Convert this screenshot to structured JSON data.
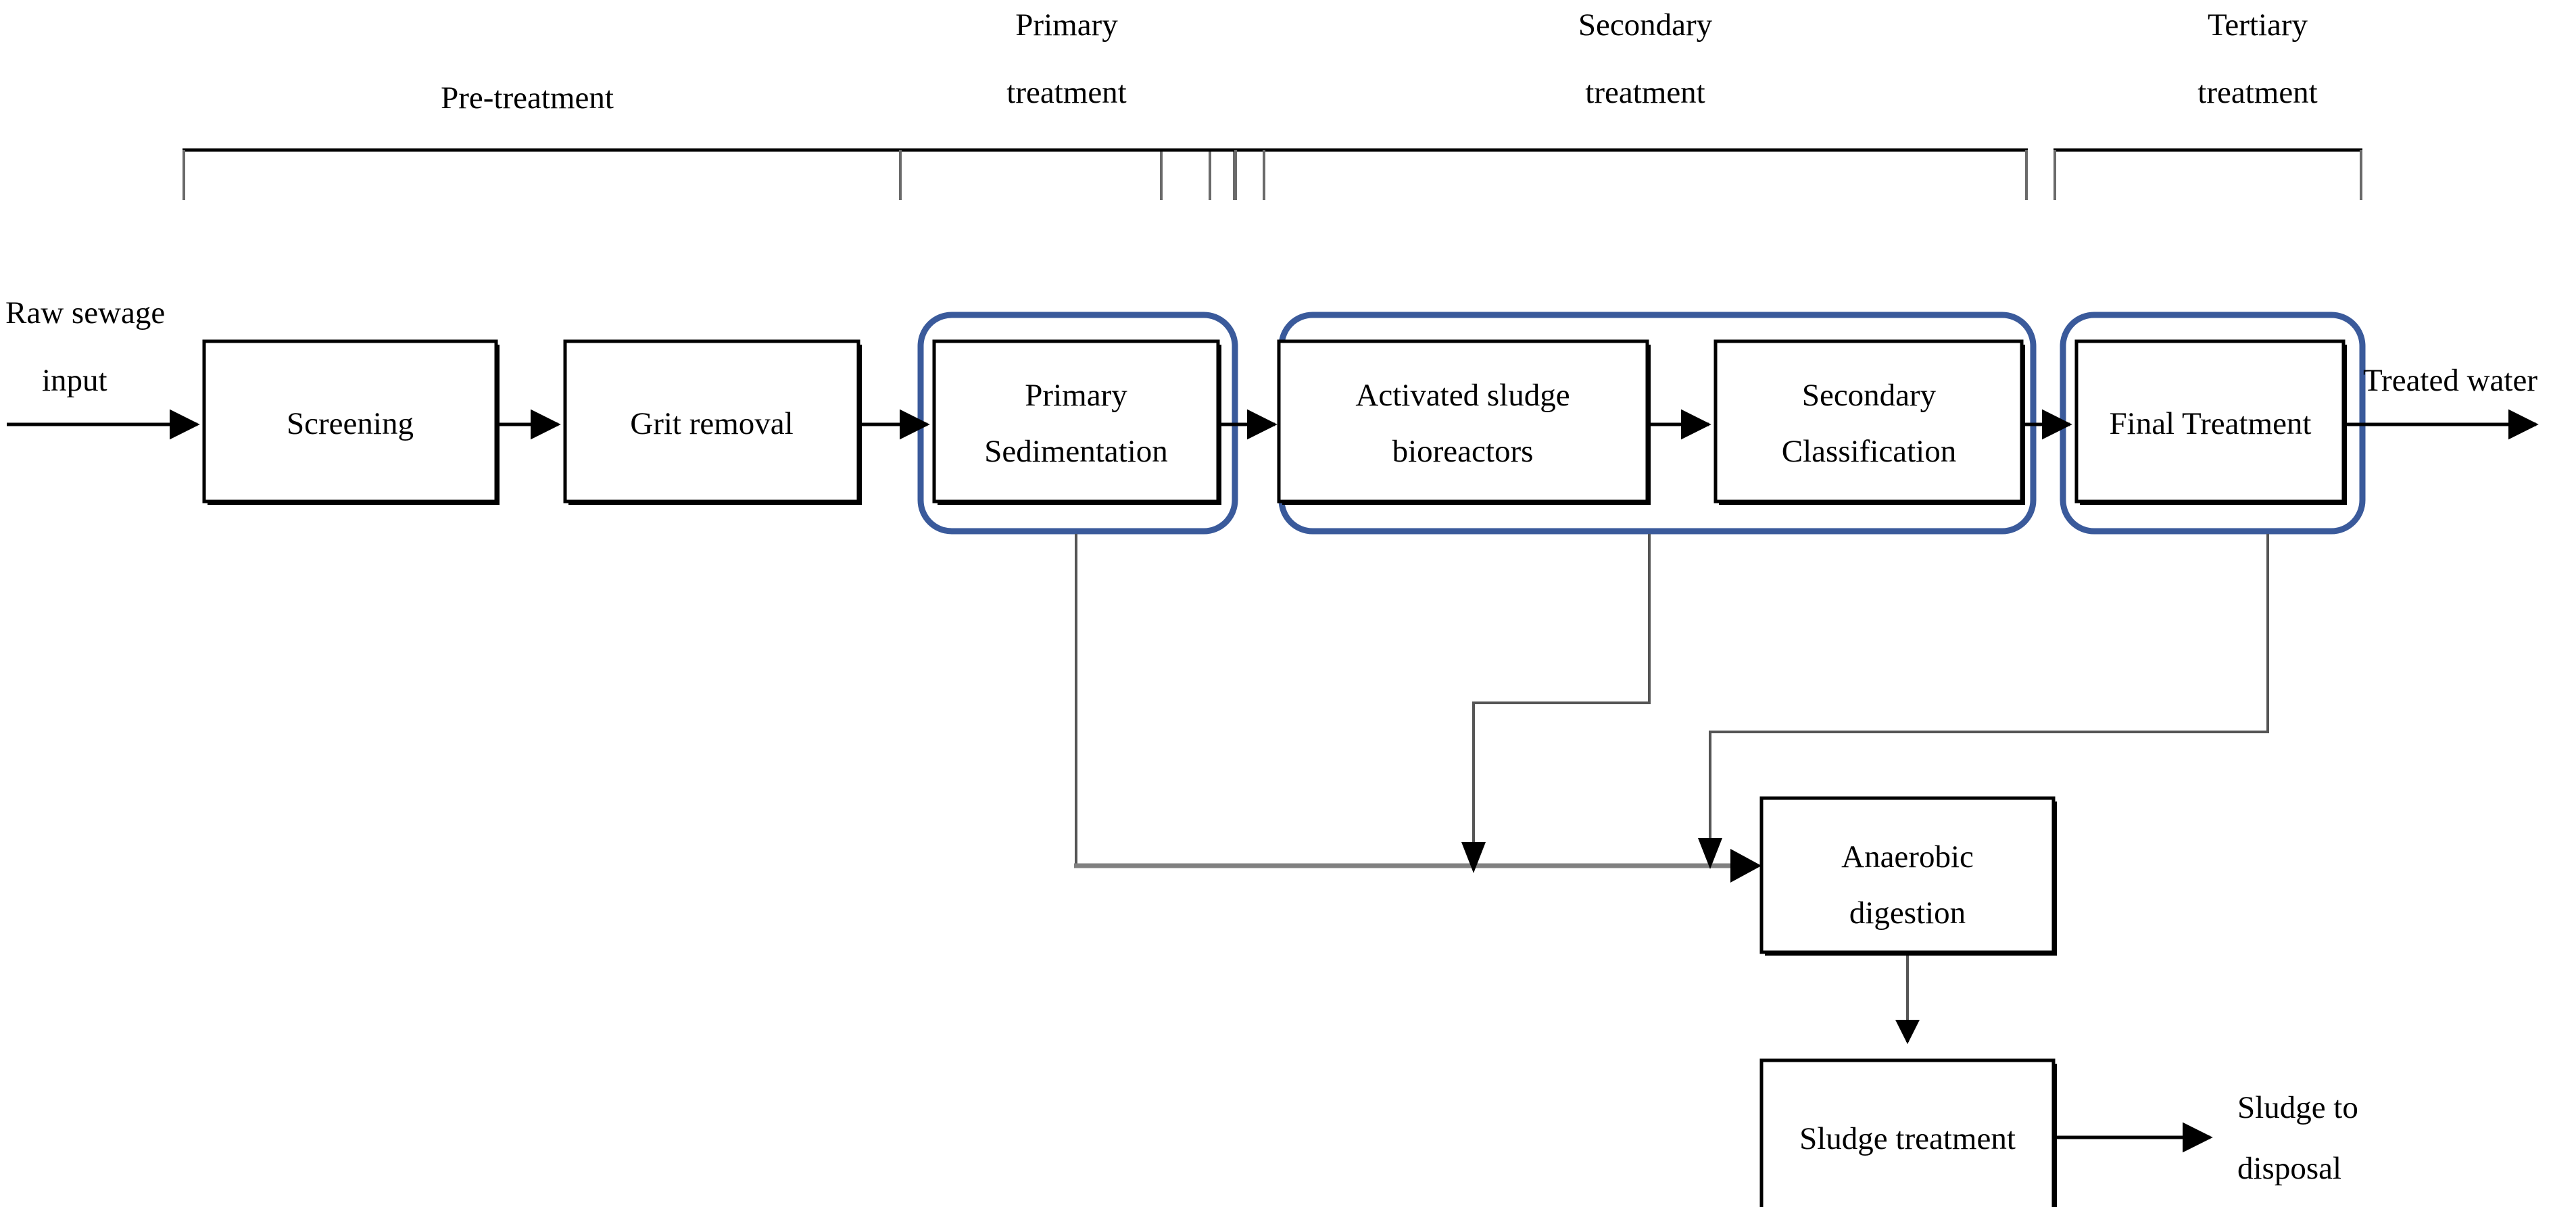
{
  "diagram": {
    "title": "Sewage treatment process flow diagram",
    "accent_color": "#3a5a9b",
    "line_color": "#000000",
    "background": "#ffffff"
  },
  "stage_groups": [
    {
      "id": "pre",
      "label_line1": "Pre-treatment",
      "label_line2": ""
    },
    {
      "id": "primary",
      "label_line1": "Primary",
      "label_line2": "treatment"
    },
    {
      "id": "secondary",
      "label_line1": "Secondary",
      "label_line2": "treatment"
    },
    {
      "id": "tertiary",
      "label_line1": "Tertiary",
      "label_line2": "treatment"
    }
  ],
  "process_boxes": [
    {
      "id": "screening",
      "line1": "Screening",
      "line2": ""
    },
    {
      "id": "grit-removal",
      "line1": "Grit removal",
      "line2": ""
    },
    {
      "id": "primary-sed",
      "line1": "Primary",
      "line2": "Sedimentation"
    },
    {
      "id": "bioreactors",
      "line1": "Activated sludge",
      "line2": "bioreactors"
    },
    {
      "id": "secondary-cl",
      "line1": "Secondary",
      "line2": "Classification"
    },
    {
      "id": "final-treat",
      "line1": "Final Treatment",
      "line2": ""
    },
    {
      "id": "anaerobic",
      "line1": "Anaerobic",
      "line2": "digestion"
    },
    {
      "id": "sludge-treat",
      "line1": "Sludge treatment",
      "line2": ""
    }
  ],
  "io_labels": {
    "input_line1": "Raw sewage",
    "input_line2": "input",
    "output_water": "Treated water",
    "output_sludge_line1": "Sludge to",
    "output_sludge_line2": "disposal"
  }
}
